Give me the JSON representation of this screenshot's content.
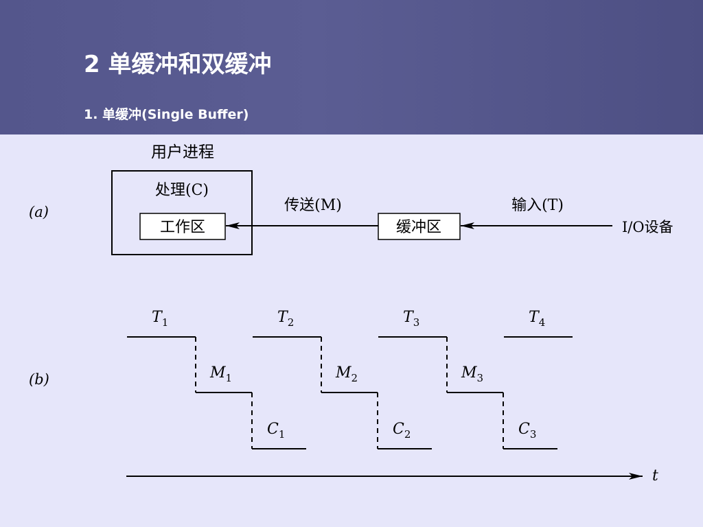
{
  "title": "2 单缓冲和双缓冲",
  "subtitle": "1. 单缓冲(Single Buffer)",
  "part_a": {
    "label": "(a)",
    "user_process": "用户进程",
    "process_label": "处理(C)",
    "work_area": "工作区",
    "transfer_label": "传送(M)",
    "buffer": "缓冲区",
    "input_label": "输入(T)",
    "device": "I/O设备"
  },
  "part_b": {
    "label": "(b)",
    "t_labels": [
      "T1",
      "T2",
      "T3",
      "T4"
    ],
    "m_labels": [
      "M1",
      "M2",
      "M3"
    ],
    "c_labels": [
      "C1",
      "C2",
      "C3"
    ],
    "time_axis": "t"
  }
}
